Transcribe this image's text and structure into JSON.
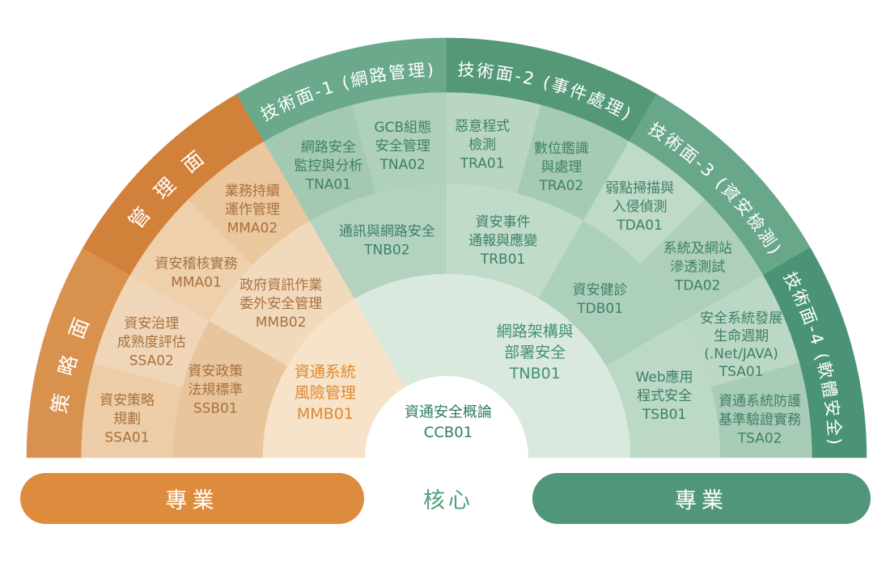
{
  "fan": {
    "bands": [
      {
        "id": "strategy",
        "label": "策略面",
        "a0": 150,
        "a1": 180,
        "fill": "#d9924e",
        "wide": true
      },
      {
        "id": "management",
        "label": "管理面",
        "a0": 120,
        "a1": 150,
        "fill": "#d2813a",
        "wide": true
      },
      {
        "id": "tech1",
        "label": "技術面-1 (網路管理)",
        "a0": 90,
        "a1": 120,
        "fill": "#6aa98b",
        "wide": false
      },
      {
        "id": "tech2",
        "label": "技術面-2 (事件處理)",
        "a0": 60,
        "a1": 90,
        "fill": "#549878",
        "wide": false
      },
      {
        "id": "tech3",
        "label": "技術面-3 (資安檢測)",
        "a0": 30,
        "a1": 60,
        "fill": "#69a78a",
        "wide": false
      },
      {
        "id": "tech4",
        "label": "技術面-4 (軟體安全)",
        "a0": 0,
        "a1": 30,
        "fill": "#4b9376",
        "wide": false
      }
    ],
    "sectors": [
      {
        "code": "SSA01",
        "lines": [
          "資安策略",
          "規劃"
        ],
        "ring": "r1",
        "a0": 165,
        "a1": 180,
        "fill": "#eccda7",
        "text_color": "#a8713e",
        "label_angle": 173,
        "label_radius": 398
      },
      {
        "code": "SSA02",
        "lines": [
          "資安治理",
          "成熟度評估"
        ],
        "ring": "r1",
        "a0": 150,
        "a1": 165,
        "fill": "#f0d6b8",
        "text_color": "#a8713e",
        "label_angle": 158.5,
        "label_radius": 392
      },
      {
        "code": "MMA01",
        "lines": [
          "資安稽核實務"
        ],
        "ring": "r1",
        "a0": 135,
        "a1": 150,
        "fill": "#eed0ac",
        "text_color": "#a8713e",
        "label_angle": 143.5,
        "label_radius": 385
      },
      {
        "code": "MMA02",
        "lines": [
          "業務持續",
          "運作管理"
        ],
        "ring": "r1",
        "a0": 120,
        "a1": 135,
        "fill": "#eac79c",
        "text_color": "#a8713e",
        "label_angle": 128,
        "label_radius": 390
      },
      {
        "code": "TNA01",
        "lines": [
          "網路安全",
          "監控與分析"
        ],
        "ring": "r1",
        "a0": 105,
        "a1": 120,
        "fill": "#a4c9b3",
        "text_color": "#3e8067",
        "label_angle": 112,
        "label_radius": 390
      },
      {
        "code": "TNA02",
        "lines": [
          "GCB組態",
          "安全管理"
        ],
        "ring": "r1",
        "a0": 90,
        "a1": 105,
        "fill": "#afd0bb",
        "text_color": "#3e8067",
        "label_angle": 98,
        "label_radius": 390
      },
      {
        "code": "TRA01",
        "lines": [
          "惡意程式",
          "檢測"
        ],
        "ring": "r1",
        "a0": 75,
        "a1": 90,
        "fill": "#b9d6c3",
        "text_color": "#3e8067",
        "label_angle": 83.5,
        "label_radius": 390
      },
      {
        "code": "TRA02",
        "lines": [
          "數位鑑識",
          "與處理"
        ],
        "ring": "r1",
        "a0": 60,
        "a1": 75,
        "fill": "#a6cbb5",
        "text_color": "#3e8067",
        "label_angle": 68.5,
        "label_radius": 387
      },
      {
        "code": "TDA01",
        "lines": [
          "弱點掃描與",
          "入侵偵測"
        ],
        "ring": "r1",
        "a0": 45,
        "a1": 60,
        "fill": "#bfdac8",
        "text_color": "#3e8067",
        "label_angle": 52.5,
        "label_radius": 392
      },
      {
        "code": "TDA02",
        "lines": [
          "系統及網站",
          "滲透測試"
        ],
        "ring": "r1",
        "a0": 30,
        "a1": 45,
        "fill": "#aecfba",
        "text_color": "#3e8067",
        "label_angle": 37.3,
        "label_radius": 390
      },
      {
        "code": "TSA01",
        "lines": [
          "安全系統發展",
          "生命週期",
          "(.Net/JAVA)"
        ],
        "ring": "r1",
        "a0": 15,
        "a1": 30,
        "fill": "#bbd7c5",
        "text_color": "#3e8067",
        "label_angle": 21,
        "label_radius": 390
      },
      {
        "code": "TSA02",
        "lines": [
          "資通系統防護",
          "基準驗證實務"
        ],
        "ring": "r1",
        "a0": 0,
        "a1": 15,
        "fill": "#a8ccb7",
        "text_color": "#3e8067",
        "label_angle": 7,
        "label_radius": 390
      },
      {
        "code": "SSB01",
        "lines": [
          "資安政策",
          "法規標準"
        ],
        "ring": "r2",
        "a0": 150,
        "a1": 180,
        "fill": "#e8c59c",
        "text_color": "#a8713e",
        "label_angle": 163.5,
        "label_radius": 298
      },
      {
        "code": "MMB02",
        "lines": [
          "政府資訊作業",
          "委外安全管理"
        ],
        "ring": "r2",
        "a0": 120,
        "a1": 150,
        "fill": "#f1d9bc",
        "text_color": "#a8713e",
        "label_angle": 137,
        "label_radius": 280
      },
      {
        "code": "TNB02",
        "lines": [
          "通訊與網路安全"
        ],
        "ring": "r2",
        "a0": 90,
        "a1": 120,
        "fill": "#b3d2c0",
        "text_color": "#3e8067",
        "label_angle": 105.3,
        "label_radius": 279
      },
      {
        "code": "TRB01",
        "lines": [
          "資安事件",
          "通報與應變"
        ],
        "ring": "r2",
        "a0": 60,
        "a1": 90,
        "fill": "#c0dbca",
        "text_color": "#3e8067",
        "label_angle": 75.5,
        "label_radius": 278
      },
      {
        "code": "TDB01",
        "lines": [
          "資安健診"
        ],
        "ring": "r2",
        "a0": 30,
        "a1": 60,
        "fill": "#add0bc",
        "text_color": "#3e8067",
        "label_angle": 46,
        "label_radius": 273
      },
      {
        "code": "TSB01",
        "lines": [
          "Web應用",
          "程式安全"
        ],
        "ring": "r2",
        "a0": 0,
        "a1": 30,
        "fill": "#bcd8c6",
        "text_color": "#3e8067",
        "label_angle": 16,
        "label_radius": 280
      },
      {
        "code": "MMB01",
        "lines": [
          "資通系統",
          "風險管理"
        ],
        "ring": "r3",
        "a0": 120,
        "a1": 180,
        "fill": "#f6e3ca",
        "text_color": "#e0892e",
        "label_angle": 152,
        "label_radius": 170,
        "emphasis": true
      },
      {
        "code": "TNB01",
        "lines": [
          "網路架構與",
          "部署安全"
        ],
        "ring": "r3",
        "a0": 0,
        "a1": 120,
        "fill": "#d9e9dd",
        "text_color": "#459070",
        "label_angle": 50,
        "label_radius": 170,
        "emphasis": true
      }
    ],
    "core": {
      "code": "CCB01",
      "lines": [
        "資通安全概論"
      ],
      "fill": "#ffffff",
      "text_color": "#2e7d5f"
    }
  },
  "legend": {
    "left_label": "專業",
    "center_label": "核心",
    "right_label": "專業",
    "left_color": "#dd8c3d",
    "right_color": "#4f9778",
    "center_text_color": "#4f9e78"
  }
}
